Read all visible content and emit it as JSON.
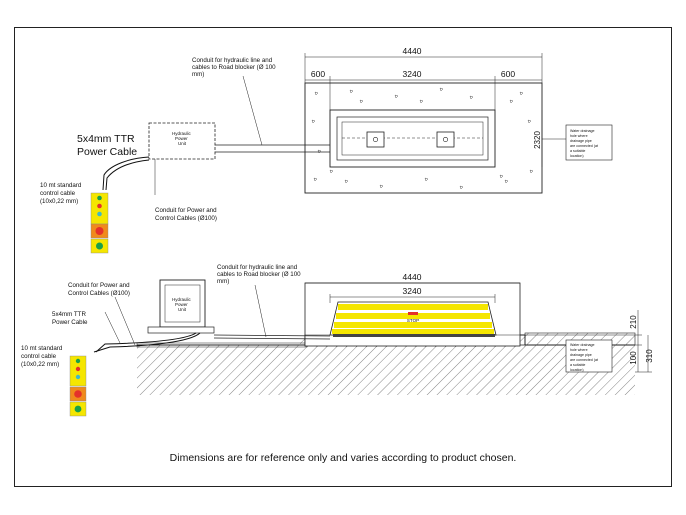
{
  "top_view": {
    "dim_total": "4440",
    "dim_left": "600",
    "dim_mid": "3240",
    "dim_right": "600",
    "dim_side": "2320",
    "conduit_hydraulic": [
      "Conduit for hydraulic line and",
      "cables to Road blocker (Ø 100",
      "mm)"
    ],
    "power_cable": [
      "5x4mm TTR",
      "Power Cable"
    ],
    "hpu_label": [
      "Hydraulic",
      "Power",
      "Unit"
    ],
    "control_cable": [
      "10 mt standard",
      "control cable",
      "(10x0,22 mm)"
    ],
    "conduit_power": [
      "Conduit for Power and",
      "Control Cables (Ø100)"
    ],
    "drainage": [
      "Water drainage",
      "hole where",
      "drainage pipe",
      "are connected (at",
      "a suitable",
      "location)"
    ]
  },
  "side_view": {
    "dim_total": "4440",
    "dim_mid": "3240",
    "dim_210": "210",
    "dim_100": "100",
    "dim_310": "310",
    "conduit_hydraulic": [
      "Conduit for hydraulic line and",
      "cables to Road blocker (Ø 100",
      "mm)"
    ],
    "conduit_power": [
      "Conduit for Power and",
      "Control Cables (Ø100)"
    ],
    "power_cable": [
      "5x4mm TTR",
      "Power Cable"
    ],
    "control_cable": [
      "10 mt standard",
      "control cable",
      "(10x0,22 mm)"
    ],
    "hpu_label": [
      "Hydraulic",
      "Power",
      "Unit"
    ],
    "stop_label": "STOP",
    "drainage": [
      "Water drainage",
      "hole where",
      "drainage pipe",
      "are connected (at",
      "a suitable",
      "location)"
    ]
  },
  "footer_note": "Dimensions are for reference only and varies according to product chosen.",
  "colors": {
    "yellow": "#f5e600",
    "red": "#e4312b",
    "green": "#19a04a",
    "orange": "#f08a1c",
    "cyan": "#3fb9c8"
  }
}
